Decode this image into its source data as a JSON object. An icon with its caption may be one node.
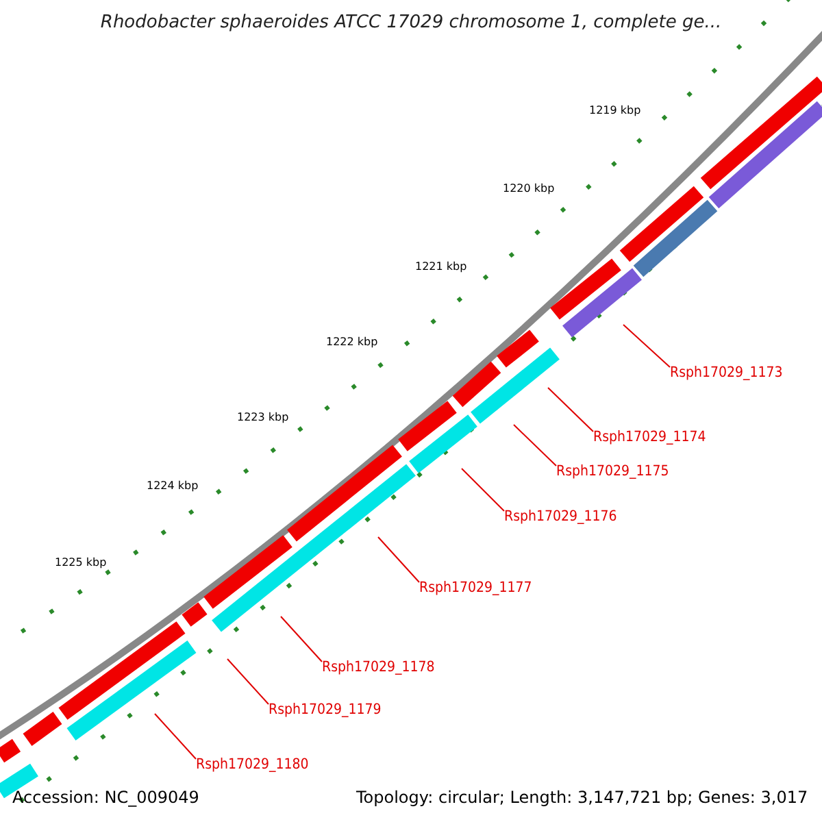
{
  "diagram": {
    "title": "Rhodobacter sphaeroides ATCC 17029 chromosome 1, complete ge...",
    "nodes": [
      {
        "text": [
          "Rsph17029_1173"
        ]
      },
      {
        "text": [
          "Rsph17029_1174"
        ]
      },
      {
        "text": [
          "Rsph17029_1175"
        ]
      },
      {
        "text": [
          "Rsph17029_1176"
        ]
      },
      {
        "text": [
          "Rsph17029_1177"
        ]
      },
      {
        "text": [
          "Rsph17029_1178"
        ]
      },
      {
        "text": [
          "Rsph17029_1179"
        ]
      },
      {
        "text": [
          "Rsph17029_1180"
        ]
      }
    ],
    "edges": [
      {
        "from": 0,
        "to": null,
        "arrow": "none"
      },
      {
        "from": 1,
        "to": null,
        "arrow": "none"
      },
      {
        "from": 2,
        "to": null,
        "arrow": "none"
      },
      {
        "from": 3,
        "to": null,
        "arrow": "none"
      },
      {
        "from": 4,
        "to": null,
        "arrow": "none"
      },
      {
        "from": 5,
        "to": null,
        "arrow": "none"
      },
      {
        "from": 6,
        "to": null,
        "arrow": "none"
      },
      {
        "from": 7,
        "to": null,
        "arrow": "none"
      }
    ],
    "labels": [
      "1219 kbp",
      "1220 kbp",
      "1221 kbp",
      "1222 kbp",
      "1223 kbp",
      "1224 kbp",
      "1225 kbp",
      "Accession: NC_009049",
      "Topology: circular; Length: 3,147,721 bp; Genes: 3,017"
    ]
  }
}
